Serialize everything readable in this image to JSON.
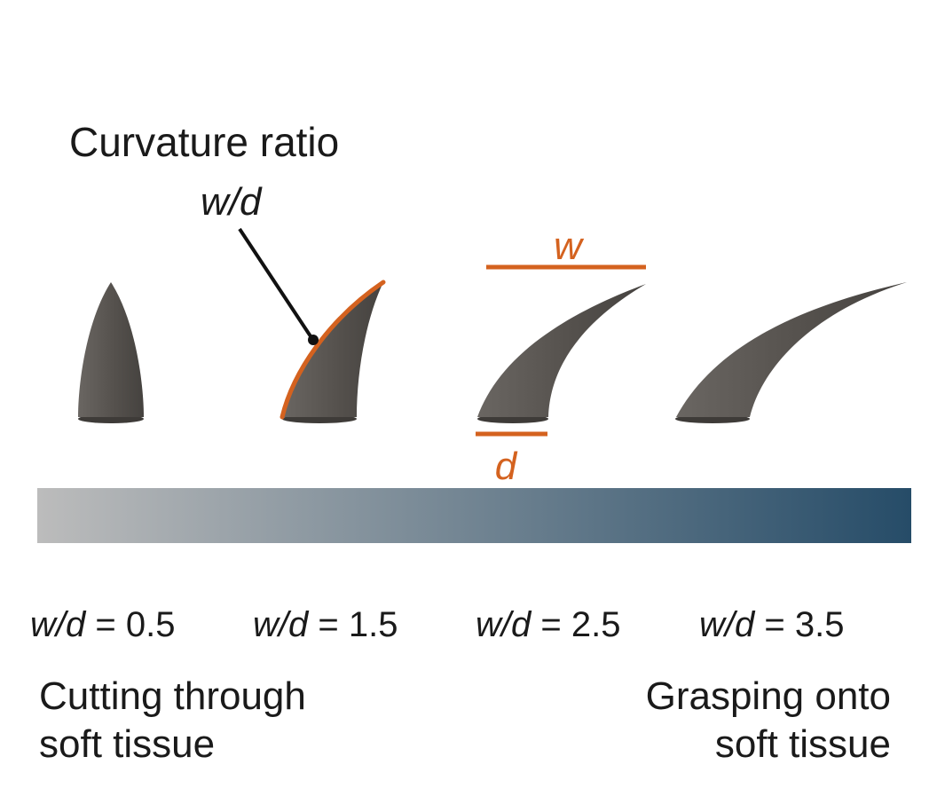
{
  "title": "Curvature ratio",
  "ratio_symbol": "w/d",
  "dimension_labels": {
    "w": "w",
    "d": "d"
  },
  "accent_color": "#d4621f",
  "claw_color": "#5a5652",
  "gradient": {
    "start": "#bcbcbc",
    "end": "#264c68"
  },
  "ratios": [
    {
      "symbol": "w/d",
      "eq": "=",
      "value": "0.5"
    },
    {
      "symbol": "w/d",
      "eq": "=",
      "value": "1.5"
    },
    {
      "symbol": "w/d",
      "eq": "=",
      "value": "2.5"
    },
    {
      "symbol": "w/d",
      "eq": "=",
      "value": "3.5"
    }
  ],
  "captions": {
    "left": {
      "line1": "Cutting through",
      "line2": "soft tissue"
    },
    "right": {
      "line1": "Grasping onto",
      "line2": "soft tissue"
    }
  }
}
